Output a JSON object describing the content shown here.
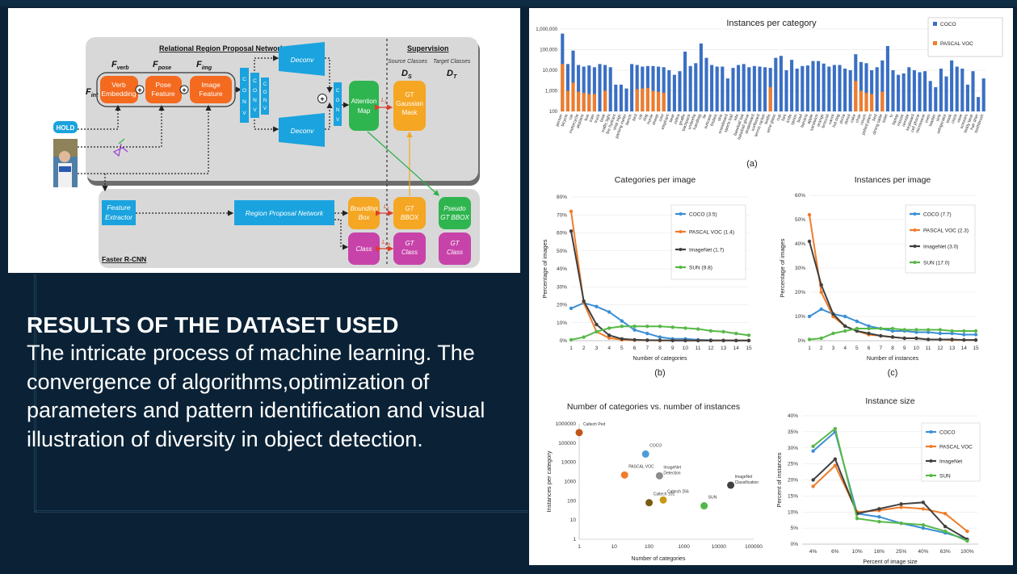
{
  "slide": {
    "heading": "RESULTS OF THE DATASET USED",
    "body": "The intricate process of machine learning. The convergence of algorithms,optimization of parameters and pattern identification and visual illustration of diversity in object detection."
  },
  "diagram": {
    "top_title": "Relational Region Proposal Network",
    "supervision": "Supervision",
    "source_classes": "Source Classes",
    "target_classes": "Target Classes",
    "ds": "D",
    "ds_sub": "S",
    "dt": "D",
    "dt_sub": "T",
    "f_verb": "F",
    "f_verb_sub": "verb",
    "f_pose": "F",
    "f_pose_sub": "pose",
    "f_img": "F",
    "f_img_sub": "img",
    "f_int": "F",
    "f_int_sub": "int",
    "hold": "HOLD",
    "verb_embedding": [
      "Verb",
      "Embedding"
    ],
    "pose_feature": [
      "Pose",
      "Feature"
    ],
    "image_feature": [
      "Image",
      "Feature"
    ],
    "conv": [
      "C",
      "O",
      "N",
      "V"
    ],
    "deconv": "Deconv",
    "attention_map": [
      "Attention",
      "Map"
    ],
    "gt_gaussian": [
      "GT",
      "Gaussian",
      "Mask"
    ],
    "feature_extractor": [
      "Feature",
      "Extractor"
    ],
    "rpn": "Region Proposal Network",
    "bounding_box": [
      "Bounding",
      "Box"
    ],
    "gt_bbox": [
      "GT",
      "BBOX"
    ],
    "pseudo_gt_bbox": [
      "Pseudo",
      "GT BBOX"
    ],
    "class": "Class",
    "gt_class": [
      "GT",
      "Class"
    ],
    "gt_class_target": [
      "GT",
      "Class"
    ],
    "faster_rcnn": "Faster R-CNN",
    "l1": "L",
    "l1_sub": "1",
    "lcls": "L",
    "lcls_sub": "cls",
    "plus": "+"
  },
  "chart_data": [
    {
      "id": "a",
      "type": "bar",
      "title": "Instances per category",
      "caption": "(a)",
      "yscale": "log",
      "ylim": [
        100,
        1000000
      ],
      "yticks": [
        "1,000,000",
        "100,000",
        "10,000",
        "1,000",
        "100"
      ],
      "legend": "top-right",
      "colors": {
        "COCO": "#3a6fc4",
        "PASCAL VOC": "#f07c2a"
      },
      "categories": [
        "person",
        "bicycle",
        "car",
        "motorcycle",
        "airplane",
        "bus",
        "train",
        "truck",
        "boat",
        "traffic light",
        "fire hydrant",
        "stop sign",
        "parking meter",
        "bench",
        "bird",
        "cat",
        "dog",
        "horse",
        "sheep",
        "cow",
        "elephant",
        "bear",
        "zebra",
        "giraffe",
        "backpack",
        "umbrella",
        "handbag",
        "tie",
        "suitcase",
        "frisbee",
        "skis",
        "snowboard",
        "sports ball",
        "kite",
        "baseball bat",
        "baseball glove",
        "skateboard",
        "surfboard",
        "tennis racket",
        "bottle",
        "wine glass",
        "cup",
        "fork",
        "knife",
        "spoon",
        "bowl",
        "banana",
        "apple",
        "sandwich",
        "orange",
        "broccoli",
        "carrot",
        "hot dog",
        "pizza",
        "donut",
        "cake",
        "chair",
        "couch",
        "potted plant",
        "bed",
        "dining table",
        "toilet",
        "tv",
        "laptop",
        "mouse",
        "remote",
        "keyboard",
        "cell phone",
        "microwave",
        "oven",
        "toaster",
        "sink",
        "refrigerator",
        "book",
        "clock",
        "vase",
        "scissors",
        "teddy bear",
        "hair drier",
        "toothbrush"
      ],
      "label_step": 1,
      "series": [
        {
          "name": "COCO",
          "values": [
            600000,
            20000,
            90000,
            18000,
            15000,
            17000,
            14000,
            20000,
            18000,
            14000,
            2000,
            2000,
            1300,
            20000,
            18000,
            15000,
            16000,
            16000,
            15000,
            14000,
            10000,
            6000,
            9000,
            80000,
            16000,
            22000,
            200000,
            40000,
            18000,
            15000,
            15000,
            4000,
            13000,
            18000,
            20000,
            14000,
            16000,
            15000,
            14000,
            13000,
            40000,
            50000,
            10000,
            32000,
            12000,
            16000,
            17000,
            28000,
            28000,
            21000,
            15000,
            18000,
            18000,
            12000,
            10000,
            60000,
            25000,
            22000,
            10000,
            14000,
            30000,
            150000,
            10000,
            6000,
            7000,
            14000,
            10000,
            8000,
            9000,
            3000,
            1500,
            12000,
            5000,
            30000,
            15000,
            12000,
            2000,
            9000,
            500,
            4000
          ]
        },
        {
          "name": "PASCAL VOC",
          "values": [
            20000,
            1000,
            2500,
            900,
            800,
            700,
            700,
            null,
            1000,
            null,
            null,
            null,
            null,
            null,
            1200,
            1300,
            1400,
            1000,
            900,
            800,
            null,
            null,
            null,
            null,
            null,
            null,
            null,
            null,
            null,
            null,
            null,
            null,
            null,
            null,
            null,
            null,
            null,
            null,
            null,
            1500,
            null,
            null,
            null,
            null,
            null,
            null,
            null,
            null,
            null,
            null,
            null,
            null,
            null,
            null,
            null,
            3000,
            1000,
            800,
            700,
            null,
            900,
            null,
            null,
            null,
            null,
            null,
            null,
            null,
            null,
            null,
            null,
            null,
            null,
            null,
            null,
            null,
            null,
            null,
            null,
            null
          ]
        }
      ]
    },
    {
      "id": "b",
      "type": "line",
      "title": "Categories per image",
      "caption": "(b)",
      "xlabel": "Number of categories",
      "ylabel": "Percentage of images",
      "x": [
        1,
        2,
        3,
        4,
        5,
        6,
        7,
        8,
        9,
        10,
        11,
        12,
        13,
        14,
        15
      ],
      "ylim": [
        0,
        80
      ],
      "yticks": [
        "0%",
        "10%",
        "20%",
        "30%",
        "40%",
        "50%",
        "60%",
        "70%",
        "80%"
      ],
      "legend": "top-right",
      "series": [
        {
          "name": "COCO (3.5)",
          "color": "#3a8fd6",
          "values": [
            18,
            21,
            19,
            16,
            11,
            6,
            4,
            2,
            1,
            1,
            0.5,
            0.3,
            0.2,
            0.1,
            0.1
          ]
        },
        {
          "name": "PASCAL VOC (1.4)",
          "color": "#f07c2a",
          "values": [
            72,
            21,
            5,
            1.5,
            0.5,
            0.3,
            0.2,
            0.1,
            0.1,
            0.1,
            0.1,
            0.1,
            0.1,
            0.1,
            0.1
          ]
        },
        {
          "name": "ImageNet (1.7)",
          "color": "#404040",
          "values": [
            61,
            22,
            9,
            3,
            1,
            0.5,
            0.3,
            0.2,
            0.1,
            0.1,
            0.1,
            0.1,
            0.1,
            0.1,
            0.1
          ]
        },
        {
          "name": "SUN (9.8)",
          "color": "#58b848",
          "values": [
            0.5,
            2,
            5,
            7,
            8,
            8,
            8,
            8,
            7.5,
            7,
            6.5,
            5.5,
            5,
            4,
            3
          ]
        }
      ]
    },
    {
      "id": "c",
      "type": "line",
      "title": "Instances per image",
      "caption": "(c)",
      "xlabel": "Number of instances",
      "ylabel": "Percentage of images",
      "x": [
        1,
        2,
        3,
        4,
        5,
        6,
        7,
        8,
        9,
        10,
        11,
        12,
        13,
        14,
        15
      ],
      "ylim": [
        0,
        60
      ],
      "yticks": [
        "0%",
        "10%",
        "20%",
        "30%",
        "40%",
        "50%",
        "60%"
      ],
      "legend": "top-right",
      "series": [
        {
          "name": "COCO (7.7)",
          "color": "#3a8fd6",
          "values": [
            10,
            13,
            11,
            10,
            8,
            6,
            5,
            4,
            4,
            3.5,
            3.5,
            3,
            3,
            2.5,
            2.5
          ]
        },
        {
          "name": "PASCAL VOC (2.3)",
          "color": "#f07c2a",
          "values": [
            52,
            20,
            10,
            6,
            4,
            2.5,
            2,
            1.5,
            1,
            1,
            0.5,
            0.5,
            0.3,
            0.3,
            0.2
          ]
        },
        {
          "name": "ImageNet (3.0)",
          "color": "#404040",
          "values": [
            41,
            23,
            11,
            6,
            4,
            3,
            2,
            1.5,
            1,
            1,
            0.5,
            0.5,
            0.5,
            0.3,
            0.3
          ]
        },
        {
          "name": "SUN (17.0)",
          "color": "#58b848",
          "values": [
            0.5,
            1,
            3,
            4,
            5,
            5,
            5,
            5,
            4.5,
            4.5,
            4.5,
            4.5,
            4,
            4,
            4
          ]
        }
      ]
    },
    {
      "id": "d",
      "type": "scatter",
      "title": "Number of categories vs. number of instances",
      "xlabel": "Number of categories",
      "ylabel": "Instances per category",
      "xscale": "log",
      "yscale": "log",
      "xlim": [
        1,
        100000
      ],
      "ylim": [
        1,
        1000000
      ],
      "xticks": [
        "1",
        "10",
        "100",
        "1000",
        "10000",
        "100000"
      ],
      "yticks": [
        "1",
        "10",
        "100",
        "1000",
        "10000",
        "100000",
        "1000000"
      ],
      "points": [
        {
          "name": "Caltech Ped",
          "label": [
            "Caltech Ped"
          ],
          "x": 1,
          "y": 350000,
          "color": "#c0561b"
        },
        {
          "name": "COCO",
          "label": [
            "COCO"
          ],
          "x": 80,
          "y": 27000,
          "color": "#4e9bd8"
        },
        {
          "name": "PASCAL VOC",
          "label": [
            "PASCAL VOC"
          ],
          "x": 20,
          "y": 2200,
          "color": "#f07c2a"
        },
        {
          "name": "ImageNet Detection",
          "label": [
            "ImageNet",
            "Detection"
          ],
          "x": 200,
          "y": 2000,
          "color": "#8c8c8c"
        },
        {
          "name": "ImageNet Classification",
          "label": [
            "ImageNet",
            "Classification"
          ],
          "x": 22000,
          "y": 650,
          "color": "#404040"
        },
        {
          "name": "Caltech 256",
          "label": [
            "Caltech 256"
          ],
          "x": 256,
          "y": 110,
          "color": "#c79a12"
        },
        {
          "name": "Caltech 101",
          "label": [
            "Caltech 101"
          ],
          "x": 101,
          "y": 80,
          "color": "#7a5c12"
        },
        {
          "name": "SUN",
          "label": [
            "SUN"
          ],
          "x": 3800,
          "y": 55,
          "color": "#4fb848"
        }
      ]
    },
    {
      "id": "e",
      "type": "line",
      "title": "Instance size",
      "xlabel": "Percent of image size",
      "ylabel": "Percent of instances",
      "categories": [
        "4%",
        "6%",
        "10%",
        "16%",
        "25%",
        "40%",
        "63%",
        "100%"
      ],
      "ylim": [
        0,
        40
      ],
      "yticks": [
        "0%",
        "5%",
        "10%",
        "15%",
        "20%",
        "25%",
        "30%",
        "35%",
        "40%"
      ],
      "legend": "top-right",
      "series": [
        {
          "name": "COCO",
          "color": "#3a8fd6",
          "values": [
            29,
            35,
            9.5,
            8.5,
            6.5,
            5,
            3.5,
            1.5
          ]
        },
        {
          "name": "PASCAL VOC",
          "color": "#f07c2a",
          "values": [
            18,
            24.5,
            10,
            10.5,
            11.5,
            11,
            9.5,
            4
          ]
        },
        {
          "name": "ImageNet",
          "color": "#404040",
          "values": [
            20,
            26.5,
            9.5,
            11,
            12.5,
            13,
            5.5,
            1.5
          ]
        },
        {
          "name": "SUN",
          "color": "#58b848",
          "values": [
            30.5,
            36,
            8,
            7,
            6.5,
            6,
            4,
            1
          ]
        }
      ]
    }
  ]
}
